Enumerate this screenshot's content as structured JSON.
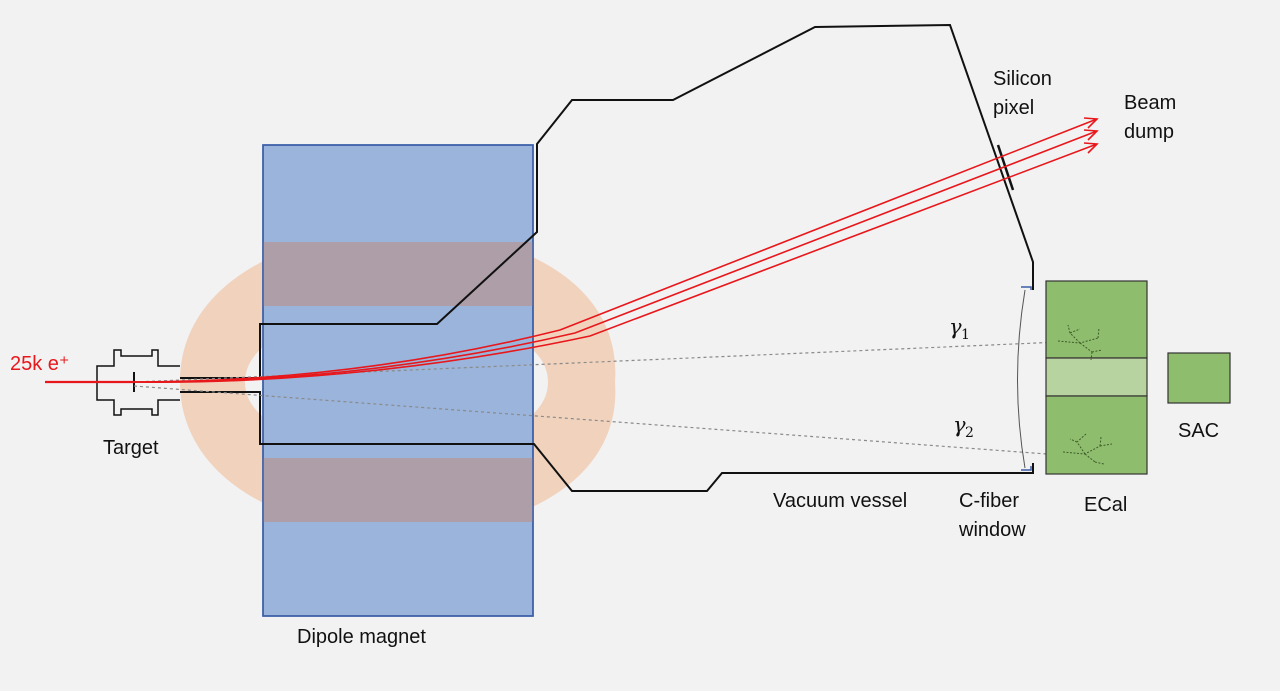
{
  "labels": {
    "beam_in": "25k e⁺",
    "target": "Target",
    "dipole_magnet": "Dipole magnet",
    "vacuum_vessel": "Vacuum vessel",
    "window_line1": "C-fiber",
    "window_line2": "window",
    "ecal": "ECal",
    "sac": "SAC",
    "silicon_line1": "Silicon",
    "silicon_line2": "pixel",
    "beam_dump_line1": "Beam",
    "beam_dump_line2": "dump",
    "gamma1": "γ",
    "gamma1_sub": "1",
    "gamma2": "γ",
    "gamma2_sub": "2"
  },
  "colors": {
    "background": "#f2f2f3",
    "magnet_fill": "#9bb4db",
    "magnet_stroke": "#3a5ea8",
    "coil_fill": "#f1d2bd",
    "coil_overlap": "#ad9ea8",
    "ecal_fill": "#8fbd6e",
    "ecal_center": "#b7d39f",
    "beam_red": "#e8171b",
    "vessel_line": "#111111",
    "photon_line": "#8a8a8a"
  }
}
